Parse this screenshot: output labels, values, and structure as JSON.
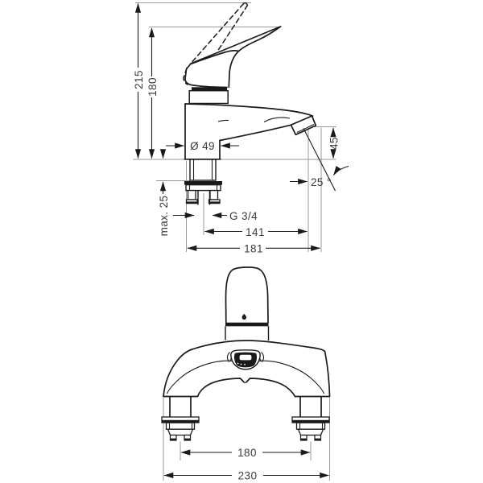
{
  "drawing": {
    "background": "#ffffff",
    "outline_color": "#1a1a1a",
    "extension_line_color": "#9a9a9a",
    "text_color": "#3b3b3b",
    "side_view": {
      "height_lever_raised": "215",
      "height_lever_rest": "180",
      "base_diameter": "Ø 49",
      "outlet_height": "45",
      "outlet_angle": "25 °",
      "max_mounting_thickness": "max. 25",
      "connection_thread": "G 3/4",
      "spout_reach": "141",
      "overall_projection": "181"
    },
    "front_view": {
      "hole_distance": "180",
      "overall_width": "230"
    }
  }
}
